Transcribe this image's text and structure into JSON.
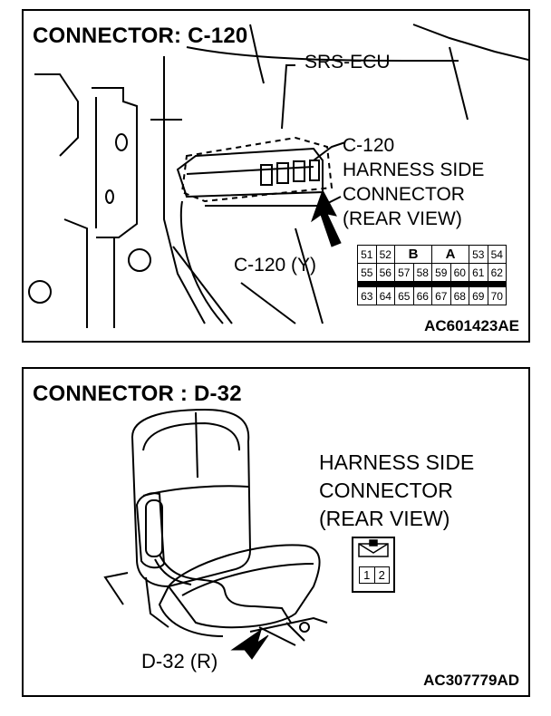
{
  "panel1": {
    "title": "CONNECTOR: C-120",
    "srs_label": "SRS-ECU",
    "harness_lines": [
      "C-120",
      "HARNESS SIDE",
      "CONNECTOR",
      "(REAR VIEW)"
    ],
    "connector_label": "C-120 (Y)",
    "pins": {
      "row1": [
        "51",
        "52",
        "B",
        "A",
        "53",
        "54"
      ],
      "row2": [
        "55",
        "56",
        "57",
        "58",
        "59",
        "60",
        "61",
        "62"
      ],
      "row3": [
        "63",
        "64",
        "65",
        "66",
        "67",
        "68",
        "69",
        "70"
      ]
    },
    "code": "AC601423AE"
  },
  "panel2": {
    "title": "CONNECTOR : D-32",
    "harness_lines": [
      "HARNESS SIDE",
      "CONNECTOR",
      "(REAR VIEW)"
    ],
    "pins": [
      "1",
      "2"
    ],
    "connector_label": "D-32 (R)",
    "code": "AC307779AD"
  }
}
